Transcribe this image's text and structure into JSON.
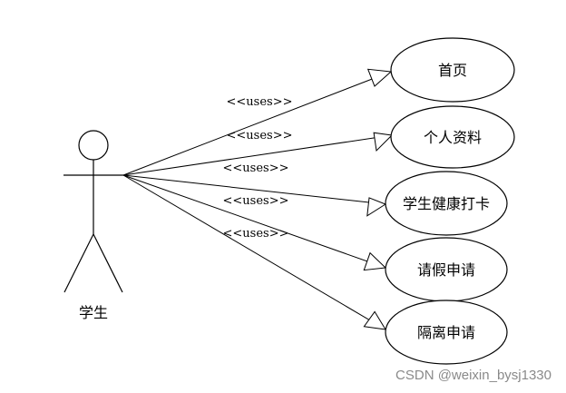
{
  "actor": {
    "name": "学生"
  },
  "stereotype": "<<uses>>",
  "use_cases": [
    {
      "label": "首页"
    },
    {
      "label": "个人资料"
    },
    {
      "label": "学生健康打卡"
    },
    {
      "label": "请假申请"
    },
    {
      "label": "隔离申请"
    }
  ],
  "watermark": "CSDN @weixin_bysj1330"
}
